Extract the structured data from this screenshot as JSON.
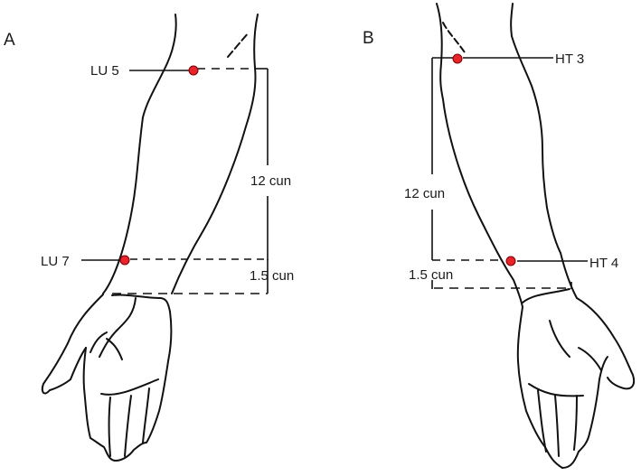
{
  "figure": {
    "panels": [
      {
        "id": "A",
        "label": "A",
        "points": [
          {
            "name": "LU 5",
            "dot_color": "#e8232b"
          },
          {
            "name": "LU 7",
            "dot_color": "#e8232b"
          }
        ],
        "measurements": [
          {
            "label": "12 cun"
          },
          {
            "label": "1.5 cun"
          }
        ]
      },
      {
        "id": "B",
        "label": "B",
        "points": [
          {
            "name": "HT 3",
            "dot_color": "#e8232b"
          },
          {
            "name": "HT 4",
            "dot_color": "#e8232b"
          }
        ],
        "measurements": [
          {
            "label": "12 cun"
          },
          {
            "label": "1.5 cun"
          }
        ]
      }
    ],
    "colors": {
      "line": "#111111",
      "point": "#e8232b",
      "background": "#ffffff"
    }
  }
}
